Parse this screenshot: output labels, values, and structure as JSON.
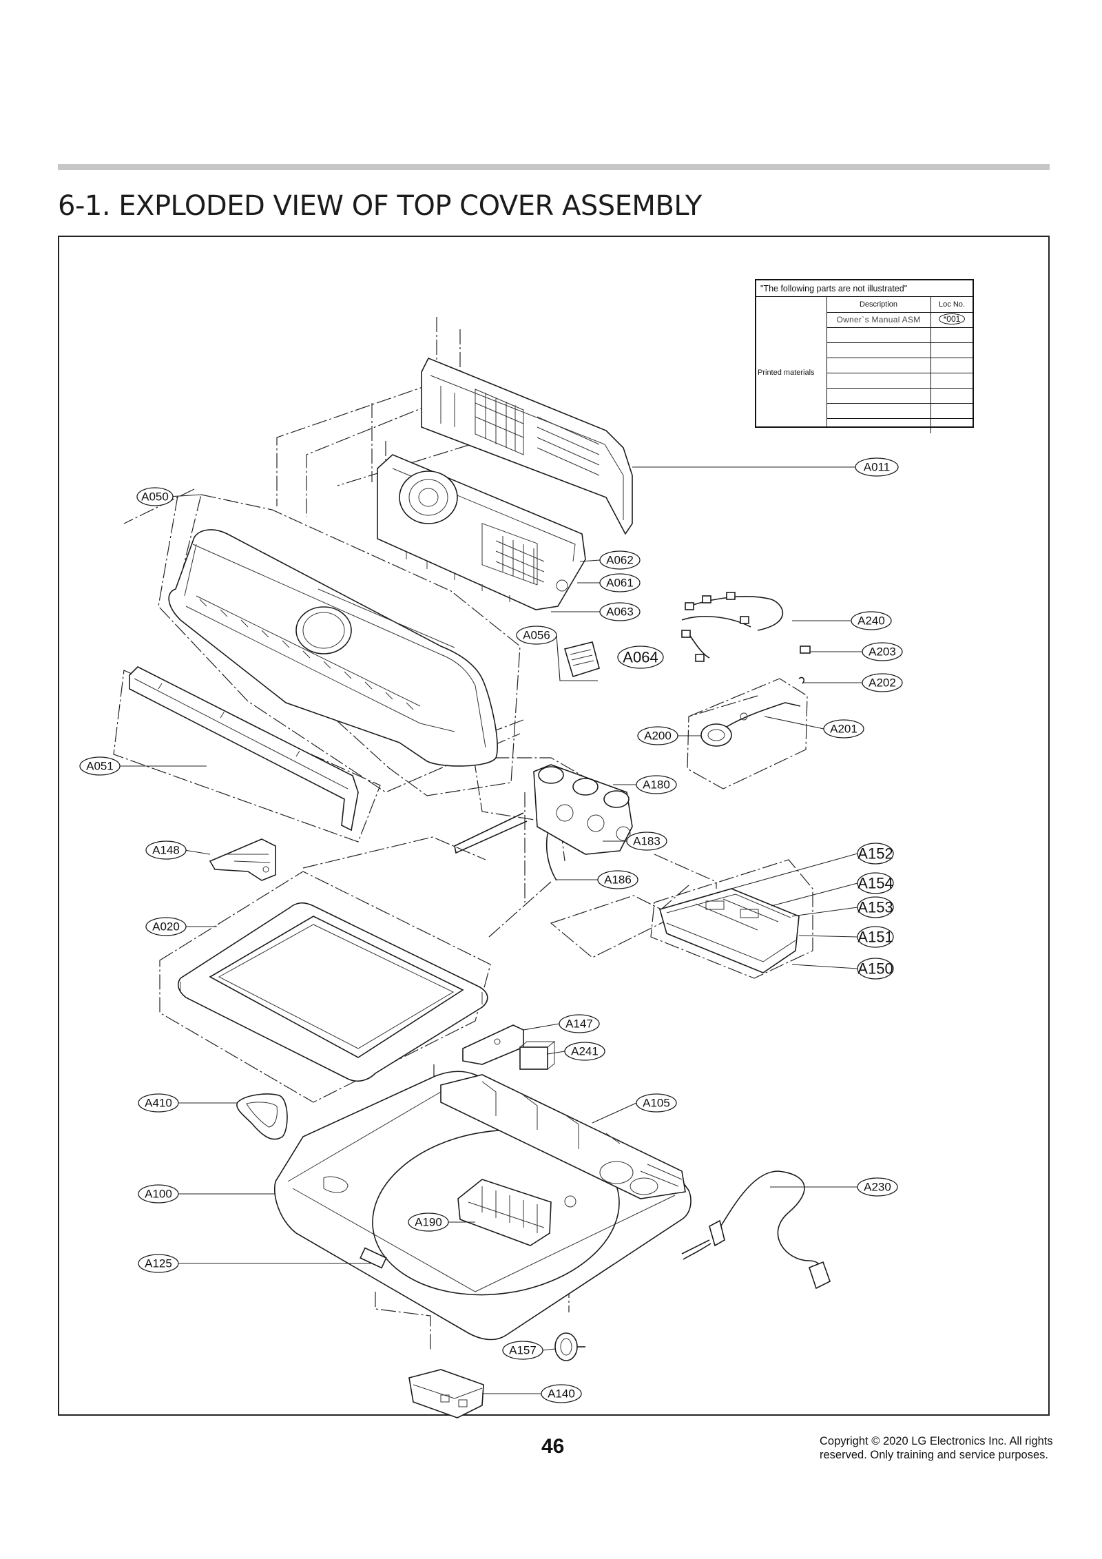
{
  "title": "6-1. EXPLODED VIEW OF TOP COVER ASSEMBLY",
  "not_illustrated": {
    "header": "\"The following parts are not illustrated\"",
    "col_description": "Description",
    "col_loc": "Loc No.",
    "category": "Printed materials",
    "item_description": "Owner`s Manual ASM",
    "item_loc": "*001"
  },
  "callouts": {
    "A011": "A011",
    "A050": "A050",
    "A062": "A062",
    "A061": "A061",
    "A063": "A063",
    "A056": "A056",
    "A064": "A064",
    "A240": "A240",
    "A203": "A203",
    "A202": "A202",
    "A201": "A201",
    "A200": "A200",
    "A051": "A051",
    "A180": "A180",
    "A183": "A183",
    "A186": "A186",
    "A148": "A148",
    "A152": "A152",
    "A154": "A154",
    "A153": "A153",
    "A151": "A151",
    "A150": "A150",
    "A020": "A020",
    "A147": "A147",
    "A241": "A241",
    "A410": "A410",
    "A105": "A105",
    "A100": "A100",
    "A230": "A230",
    "A190": "A190",
    "A125": "A125",
    "A157": "A157",
    "A140": "A140"
  },
  "page_number": "46",
  "copyright_line1": "Copyright © 2020 LG Electronics Inc. All rights",
  "copyright_line2": "reserved. Only training and service purposes."
}
